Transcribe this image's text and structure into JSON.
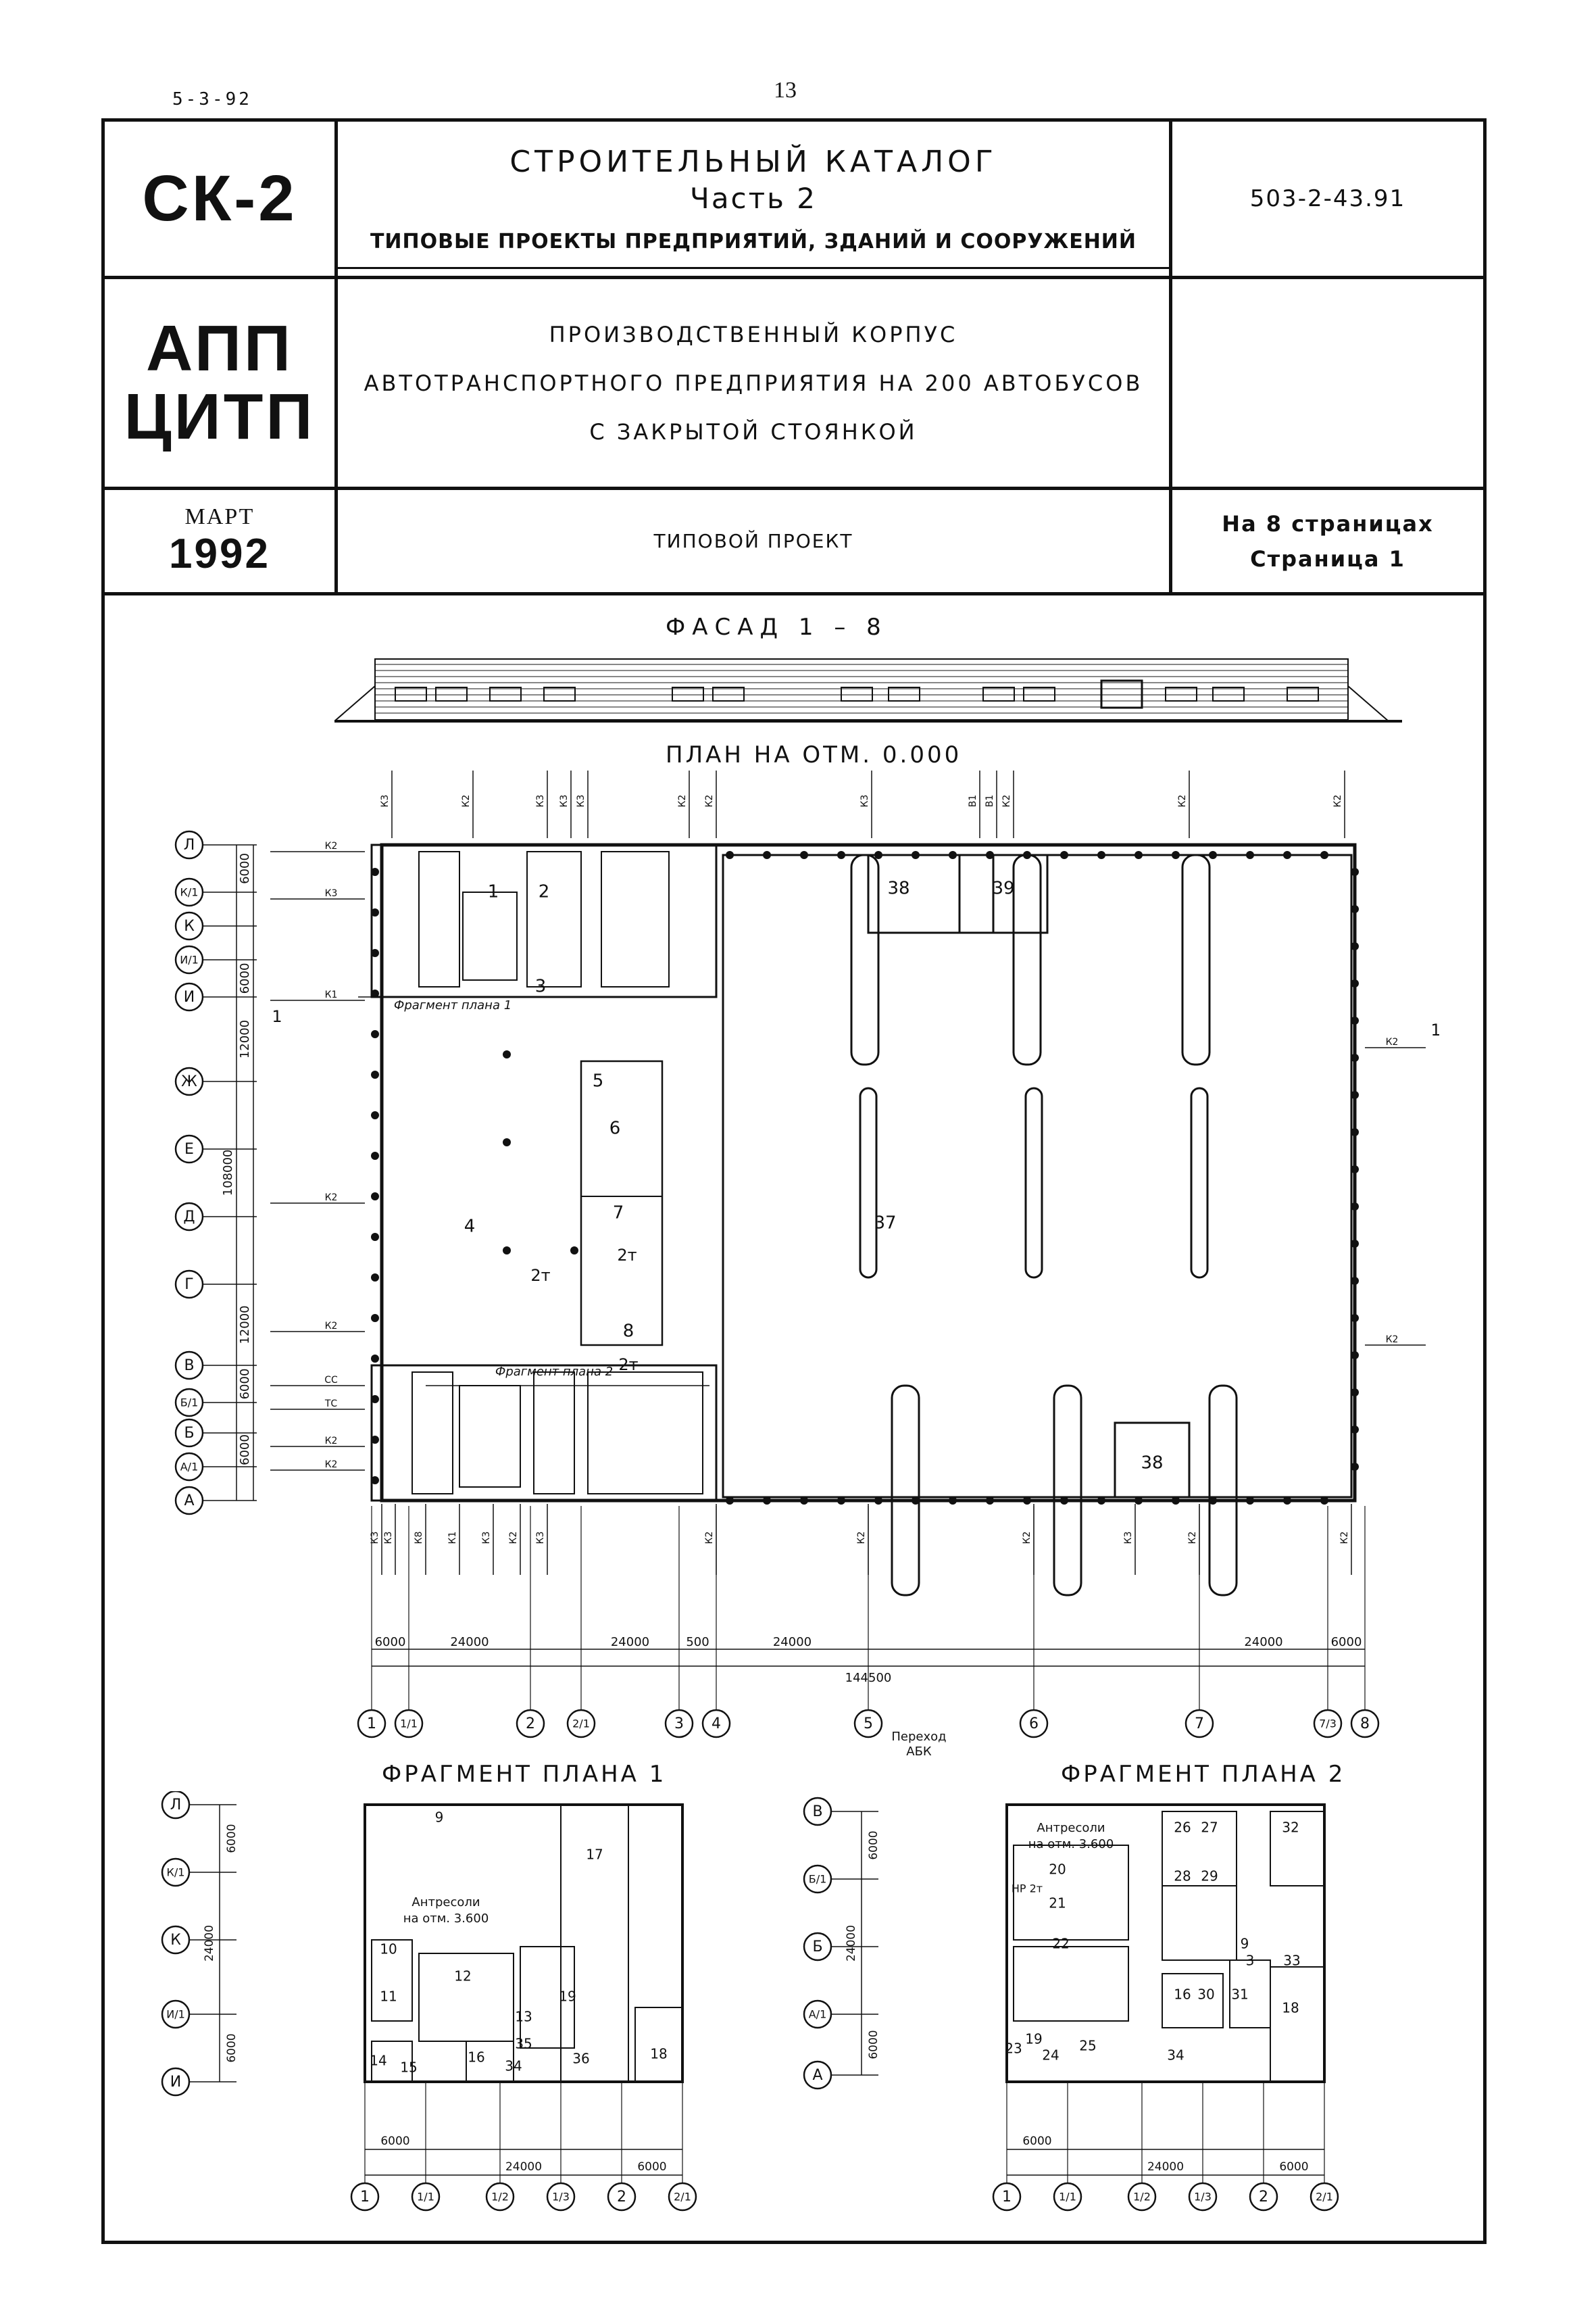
{
  "top_left_code": "5-3-92",
  "page_number": "13",
  "header": {
    "series_code": "СК-2",
    "catalog_title": "СТРОИТЕЛЬНЫЙ КАТАЛОГ",
    "catalog_part": "Часть 2",
    "catalog_subtitle": "ТИПОВЫЕ ПРОЕКТЫ ПРЕДПРИЯТИЙ, ЗДАНИЙ И СООРУЖЕНИЙ",
    "document_number": "503-2-43.91",
    "org_line1": "АПП",
    "org_line2": "ЦИТП",
    "project_line1": "ПРОИЗВОДСТВЕННЫЙ КОРПУС",
    "project_line2": "АВТОТРАНСПОРТНОГО ПРЕДПРИЯТИЯ НА 200 АВТОБУСОВ",
    "project_line3": "С ЗАКРЫТОЙ СТОЯНКОЙ",
    "month": "МАРТ",
    "year": "1992",
    "project_type": "ТИПОВОЙ ПРОЕКТ",
    "pages_total": "На 8 страницах",
    "page_current": "Страница 1"
  },
  "drawings": {
    "facade_title": "ФАСАД 1 – 8",
    "plan_title": "ПЛАН НА ОТМ. 0.000",
    "fragment1_title": "ФРАГМЕНТ ПЛАНА 1",
    "fragment2_title": "ФРАГМЕНТ ПЛАНА 2"
  },
  "main_plan": {
    "row_axes": [
      "Л",
      "К/1",
      "К",
      "И/1",
      "И",
      "Ж",
      "Е",
      "Д",
      "Г",
      "В",
      "Б/1",
      "Б",
      "А/1",
      "А"
    ],
    "column_axes": [
      "1",
      "1/1",
      "2",
      "2/1",
      "3",
      "4",
      "5",
      "6",
      "7",
      "7/3",
      "8"
    ],
    "left_dims": [
      "6000",
      "6000",
      "12000",
      "108000",
      "12000",
      "6000",
      "6000"
    ],
    "bottom_dims": [
      "6000",
      "24000",
      "24000",
      "500",
      "24000",
      "24000",
      "6000"
    ],
    "total_dim": "144500",
    "fragment1_label": "Фрагмент плана 1",
    "fragment2_label": "Фрагмент плана 2",
    "section_mark": "1",
    "rooms": [
      "1",
      "2",
      "3",
      "4",
      "5",
      "6",
      "7",
      "8",
      "37",
      "38",
      "39",
      "38"
    ],
    "crane_labels": [
      "2т",
      "2т",
      "2т"
    ],
    "top_pipes": [
      "К3",
      "К2",
      "К3",
      "К3",
      "К3",
      "К2",
      "К2",
      "К3",
      "В1",
      "В1",
      "К2",
      "К2",
      "К2"
    ],
    "bottom_pipes": [
      "К3",
      "К3",
      "К8",
      "К1",
      "К3",
      "К2",
      "К3",
      "К2",
      "К2",
      "К2",
      "К3",
      "К2",
      "К2"
    ],
    "left_pipes": [
      "К2",
      "К3",
      "К1",
      "К2",
      "К2",
      "СС",
      "ТС",
      "К2",
      "К2"
    ],
    "right_pipes": [
      "К2",
      "К2"
    ]
  },
  "fragment1": {
    "row_axes": [
      "Л",
      "К/1",
      "К",
      "И/1",
      "И"
    ],
    "column_axes": [
      "1",
      "1/1",
      "1/2",
      "1/3",
      "2",
      "2/1"
    ],
    "left_dims": [
      "6000",
      "24000",
      "6000"
    ],
    "bottom_dims": [
      "6000",
      "24000",
      "6000"
    ],
    "mezzanine_line1": "Антресоли",
    "mezzanine_line2": "на отм. 3.600",
    "rooms": [
      "9",
      "10",
      "11",
      "12",
      "13",
      "14",
      "15",
      "16",
      "17",
      "18",
      "19",
      "34",
      "35",
      "36"
    ]
  },
  "fragment2": {
    "row_axes": [
      "В",
      "Б/1",
      "Б",
      "А/1",
      "А"
    ],
    "column_axes": [
      "1",
      "1/1",
      "1/2",
      "1/3",
      "2",
      "2/1"
    ],
    "left_dims": [
      "6000",
      "24000",
      "6000"
    ],
    "bottom_dims": [
      "6000",
      "24000",
      "6000"
    ],
    "passage_line1": "Переход",
    "passage_line2": "АБК",
    "mezzanine_line1": "Антресоли",
    "mezzanine_line2": "на отм. 3.600",
    "crane_label": "НР 2т",
    "rooms": [
      "20",
      "21",
      "22",
      "23",
      "24",
      "19",
      "25",
      "26",
      "27",
      "28",
      "29",
      "16",
      "30",
      "31",
      "34",
      "9",
      "3",
      "32",
      "33",
      "18"
    ]
  }
}
